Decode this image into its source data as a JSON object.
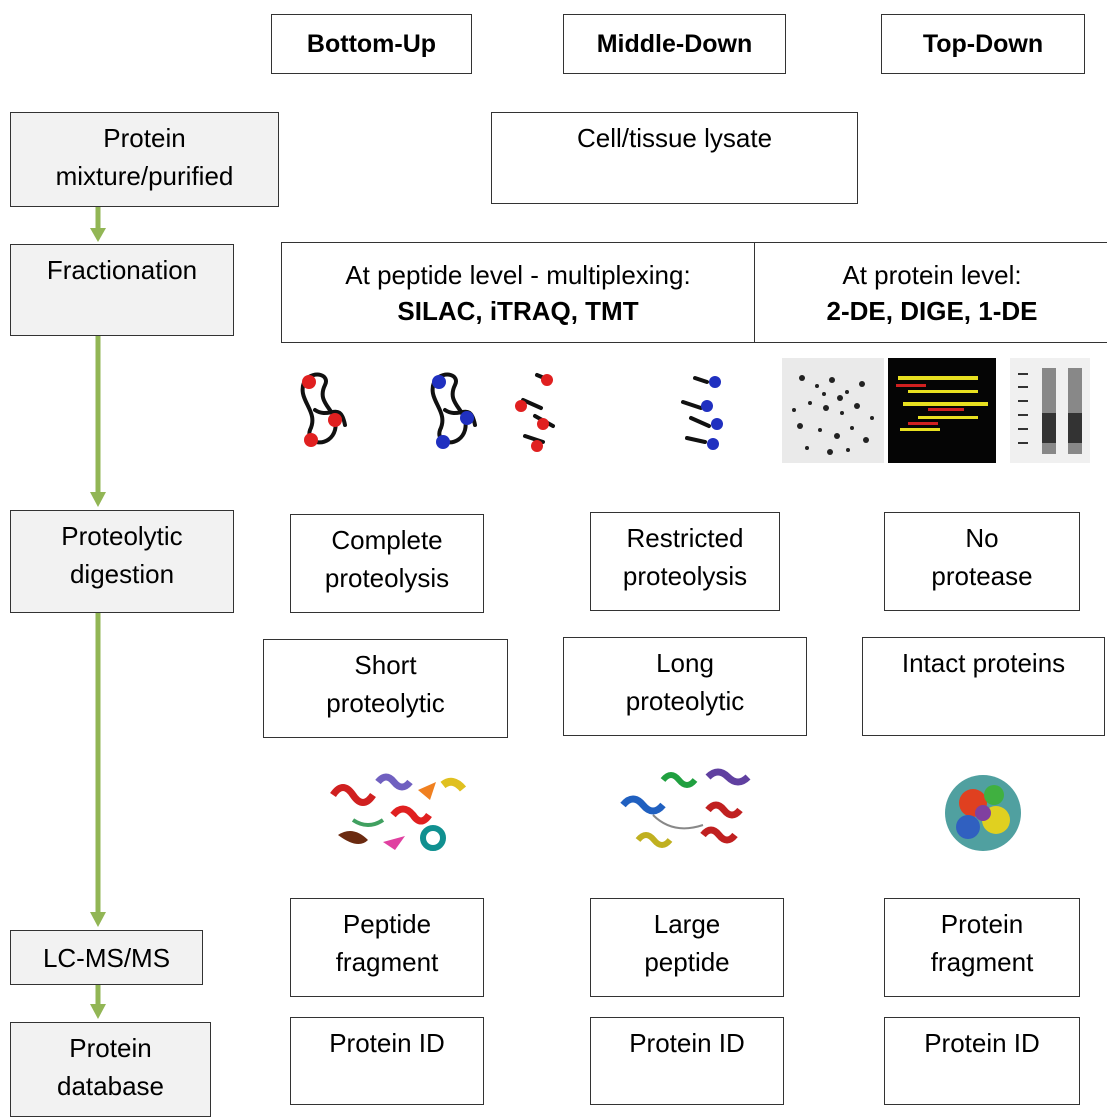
{
  "headers": {
    "bottom_up": "Bottom-Up",
    "middle_down": "Middle-Down",
    "top_down": "Top-Down"
  },
  "steps": {
    "protein_mixture": [
      "Protein",
      "mixture/purified"
    ],
    "fractionation": "Fractionation",
    "proteolytic_digestion": [
      "Proteolytic",
      "digestion"
    ],
    "lcms": "LC-MS/MS",
    "protein_database": [
      "Protein",
      "database"
    ]
  },
  "sample": "Cell/tissue lysate",
  "fractionation": {
    "peptide_level": "At peptide level - multiplexing:",
    "peptide_methods": "SILAC, iTRAQ, TMT",
    "protein_level": "At protein level:",
    "protein_methods": "2-DE, DIGE, 1-DE"
  },
  "digestion": {
    "bottom_up": [
      "Complete",
      "proteolysis"
    ],
    "middle_down": [
      "Restricted",
      "proteolysis"
    ],
    "top_down": [
      "No",
      "protease"
    ]
  },
  "products": {
    "bottom_up": [
      "Short",
      "proteolytic"
    ],
    "middle_down": [
      "Long",
      "proteolytic"
    ],
    "top_down": "Intact proteins"
  },
  "ms_fragments": {
    "bottom_up": [
      "Peptide",
      "fragment"
    ],
    "middle_down": [
      "Large",
      "peptide"
    ],
    "top_down": [
      "Protein",
      "fragment"
    ]
  },
  "protein_id": {
    "bottom_up": "Protein ID",
    "middle_down": "Protein ID",
    "top_down": "Protein ID"
  },
  "colors": {
    "arrow": "#92b655",
    "step_fill": "#f2f2f2",
    "label_red": "#e02020",
    "label_blue": "#2030c0"
  }
}
